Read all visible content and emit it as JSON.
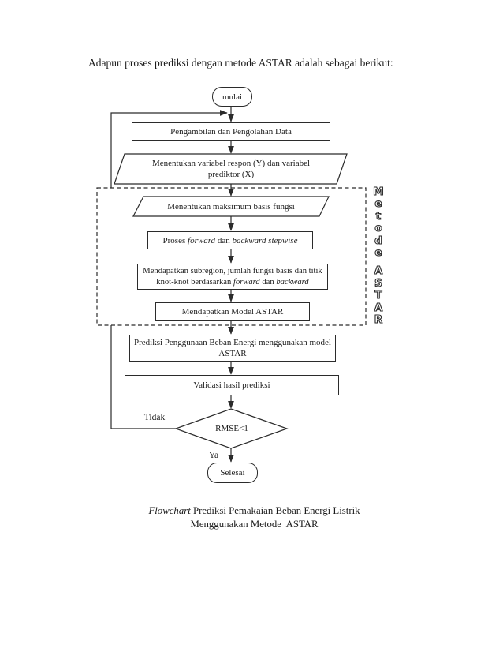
{
  "page": {
    "heading": "Adapun proses prediksi dengan metode ASTAR adalah sebagai berikut:",
    "caption": {
      "line1_italic": "Flowchart",
      "line1_rest": " Prediksi Pemakaian Beban Energi Listrik",
      "line2": "Menggunakan Metode  ASTAR"
    }
  },
  "flowchart": {
    "start_label": "mulai",
    "end_label": "Selesai",
    "decision_label": "RMSE<1",
    "branch_no": "Tidak",
    "branch_yes": "Ya",
    "steps": {
      "pengambilan": "Pengambilan dan Pengolahan Data",
      "variabel_line1": "Menentukan variabel respon (Y) dan variabel",
      "variabel_line2": "prediktor (X)",
      "basis_fungsi": "Menentukan maksimum basis fungsi",
      "proses": {
        "p1": "Proses ",
        "p2": "forward",
        "p3": " dan ",
        "p4": "backward stepwise"
      },
      "subregion_line1": "Mendapatkan subregion, jumlah fungsi basis dan titik",
      "subregion_line2": {
        "p1": "knot-knot berdasarkan ",
        "p2": "forward",
        "p3": " dan ",
        "p4": "backward"
      },
      "model": "Mendapatkan Model ASTAR",
      "prediksi_line1": "Prediksi Penggunaan Beban Energi menggunakan model",
      "prediksi_line2": "ASTAR",
      "validasi": "Validasi hasil prediksi"
    },
    "side_label": {
      "word1": [
        "M",
        "e",
        "t",
        "o",
        "d",
        "e"
      ],
      "word2": [
        "A",
        "S",
        "T",
        "A",
        "R"
      ]
    },
    "colors": {
      "ink": "#2b2b2b",
      "background": "#ffffff"
    }
  }
}
